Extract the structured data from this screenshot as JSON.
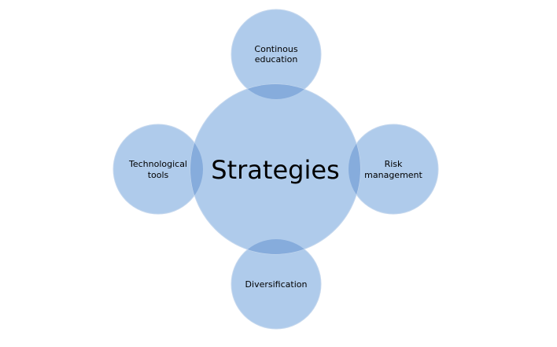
{
  "diagram": {
    "center": {
      "label": "Strategies"
    },
    "nodes": {
      "top": {
        "line1": "Continous",
        "line2": "education"
      },
      "right": {
        "line1": "Risk",
        "line2": "management"
      },
      "bottom": {
        "line1": "Diversification"
      },
      "left": {
        "line1": "Technological",
        "line2": "tools"
      }
    },
    "colors": {
      "fill": "#afcbeb",
      "overlap": "#86acdc",
      "edge": "#c6d8ee"
    }
  }
}
